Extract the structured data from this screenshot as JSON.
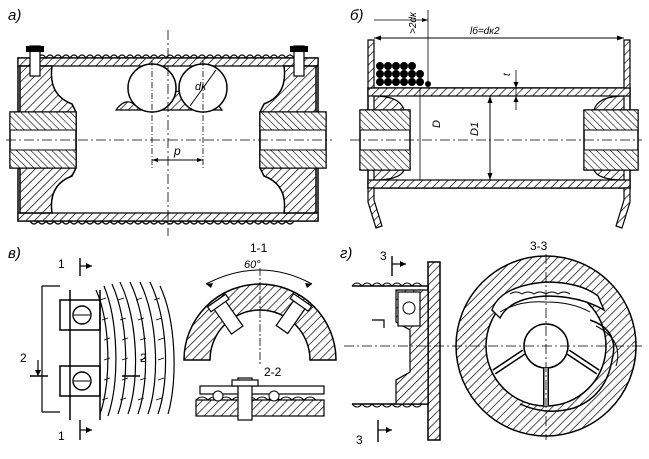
{
  "panels": {
    "a": {
      "label": "а)"
    },
    "b": {
      "label": "б)"
    },
    "v": {
      "label": "в)"
    },
    "g": {
      "label": "г)"
    }
  },
  "dims": {
    "a_dk": "dк",
    "a_p": "p",
    "b_2dk": ">2dк",
    "b_lb": "lб=dк2",
    "b_t": "t",
    "b_D": "D",
    "b_D1": "D1"
  },
  "sections": {
    "s11": {
      "title": "1-1",
      "angle": "60°"
    },
    "s22": {
      "title": "2-2"
    },
    "s33": {
      "title": "3-3"
    }
  },
  "cuts": {
    "c1_top": "1",
    "c1_bottom": "1",
    "c2_left": "2",
    "c2_right": "2",
    "c3_top": "3",
    "c3_bottom": "3"
  }
}
